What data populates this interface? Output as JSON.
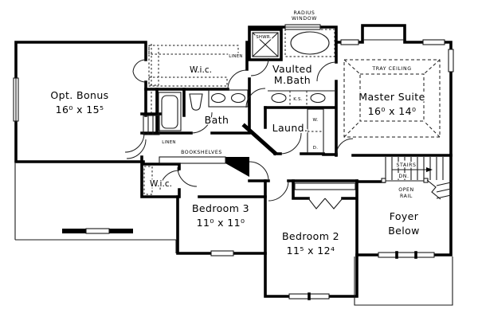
{
  "rooms": {
    "opt_bonus": {
      "name": "Opt. Bonus",
      "dims": "16⁰ x 15⁵"
    },
    "master_suite": {
      "name": "Master Suite",
      "dims": "16⁰ x 14⁰"
    },
    "bedroom_2": {
      "name": "Bedroom 2",
      "dims": "11⁵ x 12⁴"
    },
    "bedroom_3": {
      "name": "Bedroom 3",
      "dims": "11⁰ x 11⁰"
    },
    "master_bath": {
      "line1": "Vaulted",
      "line2": "M.Bath"
    },
    "bath": {
      "name": "Bath"
    },
    "laundry": {
      "name": "Laund."
    },
    "foyer": {
      "line1": "Foyer",
      "line2": "Below"
    },
    "wic_master": {
      "name": "W.i.c."
    },
    "wic_bedroom3": {
      "name": "W.i.c."
    }
  },
  "labels": {
    "radius_window_line1": "RADIUS",
    "radius_window_line2": "WINDOW",
    "shower": "SHWR.",
    "tray_ceiling": "TRAY CEILING",
    "linen_wic": "LINEN",
    "linen_hall": "LINEN",
    "bookshelves": "BOOKSHELVES",
    "knee_space": "K.S.",
    "washer": "W.",
    "dryer": "D.",
    "stairs": "STAIRS",
    "down": "DN.",
    "open_rail_line1": "OPEN",
    "open_rail_line2": "RAIL"
  },
  "colors": {
    "ink": "#000000",
    "paper": "#ffffff"
  }
}
